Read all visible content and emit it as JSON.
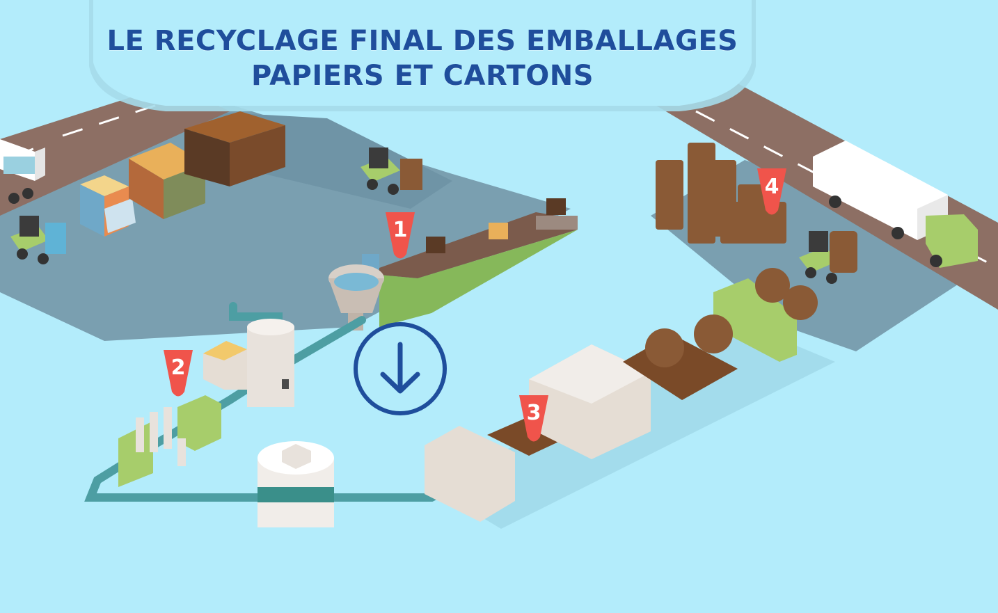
{
  "title": {
    "line1": "LE RECYCLAGE FINAL DES EMBALLAGES",
    "line2": "PAPIERS ET CARTONS"
  },
  "markers": [
    {
      "label": "1"
    },
    {
      "label": "2"
    },
    {
      "label": "3"
    },
    {
      "label": "4"
    }
  ],
  "colors": {
    "background": "#b3ecfb",
    "ground": "#7a9fb0",
    "road": "#8d6f64",
    "machine_green": "#a7cd6b",
    "pipe": "#4d9ea3",
    "marker": "#f0544b",
    "title": "#1f4e9c"
  },
  "icons": {
    "next": "arrow-down-circle-icon"
  }
}
